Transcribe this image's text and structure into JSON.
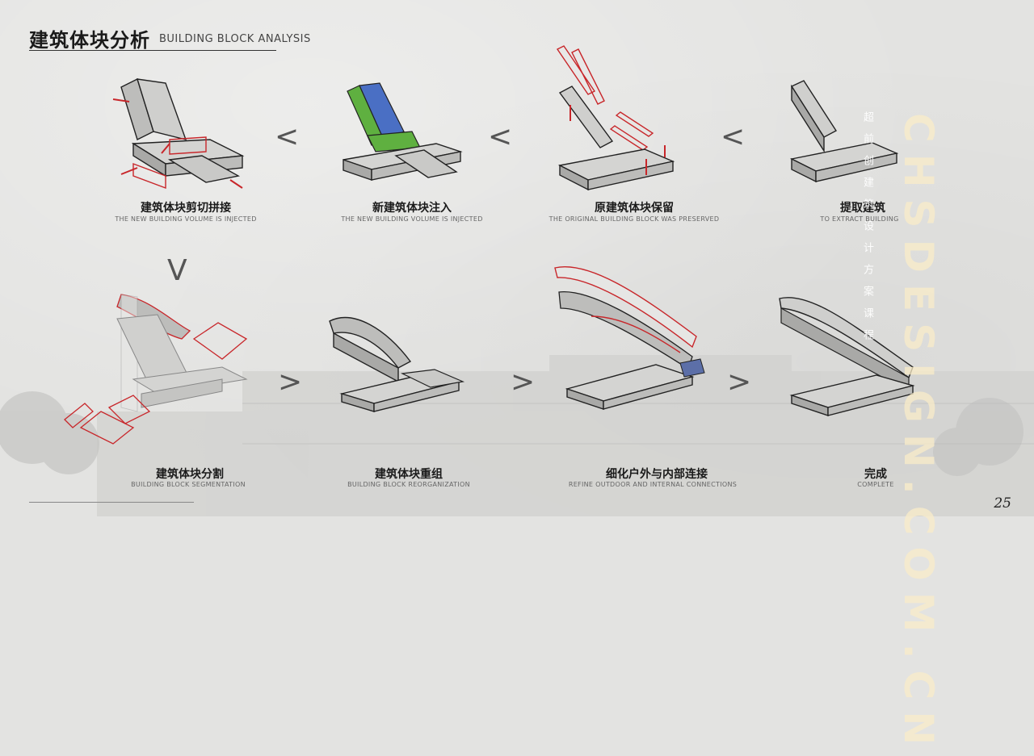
{
  "header": {
    "title": "建筑体块分析",
    "subtitle": "BUILDING BLOCK ANALYSIS"
  },
  "steps": [
    {
      "title": "建筑体块剪切拼接",
      "subtitle": "THE NEW BUILDING VOLUME IS INJECTED"
    },
    {
      "title": "新建筑体块注入",
      "subtitle": "THE NEW BUILDING VOLUME IS INJECTED"
    },
    {
      "title": "原建筑体块保留",
      "subtitle": "THE ORIGINAL BUILDING BLOCK WAS PRESERVED"
    },
    {
      "title": "提取建筑",
      "subtitle": "TO EXTRACT BUILDING"
    },
    {
      "title": "建筑体块分割",
      "subtitle": "BUILDING BLOCK SEGMENTATION"
    },
    {
      "title": "建筑体块重组",
      "subtitle": "BUILDING BLOCK REORGANIZATION"
    },
    {
      "title": "细化户外与内部连接",
      "subtitle": "REFINE OUTDOOR AND INTERNAL CONNECTIONS"
    },
    {
      "title": "完成",
      "subtitle": "COMPLETE"
    }
  ],
  "arrows": {
    "left": "<",
    "down": "V",
    "right": ">"
  },
  "watermark": {
    "brand": "CHSDESIGN.COM.CN",
    "tagline": "超前创建筑设计方案课程"
  },
  "page_number": "25",
  "colors": {
    "background": "#e3e3e1",
    "outline_red": "#c8262a",
    "inject_green": "#5fb040",
    "inject_blue": "#4a6fc4",
    "block_gray": "#bdbdbb"
  }
}
